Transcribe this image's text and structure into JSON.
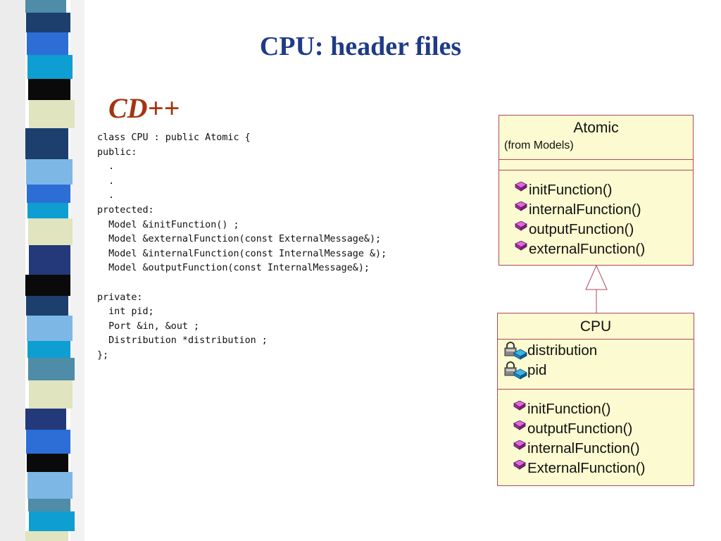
{
  "colors": {
    "title": "#1f3b86",
    "subtitle": "#a33512",
    "box_fill": "#fbfad0",
    "box_border": "#b0485a",
    "stripe_palette": [
      "#1c3f6e",
      "#4f8ca8",
      "#2c6ed6",
      "#0e9ed1",
      "#7db7e6",
      "#e0e4bf",
      "#0a0a0a",
      "#23397a"
    ]
  },
  "slide": {
    "title": "CPU: header files",
    "subtitle": "CD++"
  },
  "code": {
    "lines": [
      "class CPU : public Atomic {",
      "public:",
      "  .",
      "  .",
      "  .",
      "protected:",
      "  Model &initFunction() ;",
      "  Model &externalFunction(const ExternalMessage&);",
      "  Model &internalFunction(const InternalMessage &);",
      "  Model &outputFunction(const InternalMessage&);",
      "",
      "private:",
      "  int pid;",
      "  Port &in, &out ;",
      "  Distribution *distribution ;",
      "};"
    ]
  },
  "uml": {
    "atomic": {
      "name": "Atomic",
      "stereotype": "(from Models)",
      "operations": [
        "initFunction()",
        "internalFunction()",
        "outputFunction()",
        "externalFunction()"
      ]
    },
    "cpu": {
      "name": "CPU",
      "attributes": [
        "distribution",
        "pid"
      ],
      "operations": [
        "initFunction()",
        "outputFunction()",
        "internalFunction()",
        "ExternalFunction()"
      ]
    }
  }
}
